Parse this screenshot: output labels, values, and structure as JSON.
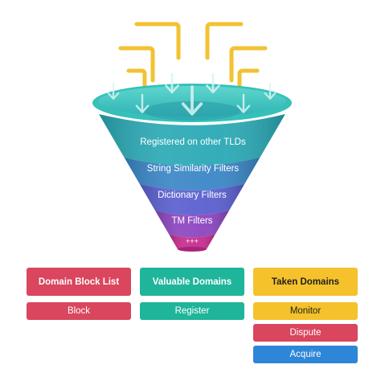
{
  "funnel": {
    "stages": [
      {
        "label": "Registered on other TLDs",
        "color": "#2aa9b5"
      },
      {
        "label": "String Similarity Filters",
        "color": "#3a86c7"
      },
      {
        "label": "Dictionary Filters",
        "color": "#5a5fcf"
      },
      {
        "label": "TM Filters",
        "color": "#8c45c0"
      },
      {
        "label": "+++",
        "color": "#c62c8e"
      }
    ],
    "top_color": "#36c0b9",
    "pipe_color": "#f2c230",
    "arrow_icon": "down-arrow-icon"
  },
  "actions": {
    "columns": [
      {
        "header": {
          "label": "Domain Block List",
          "color": "#d9465e"
        },
        "items": [
          {
            "label": "Block",
            "color": "#d9465e"
          }
        ]
      },
      {
        "header": {
          "label": "Valuable Domains",
          "color": "#1fb59a"
        },
        "items": [
          {
            "label": "Register",
            "color": "#1fb59a"
          }
        ]
      },
      {
        "header": {
          "label": "Taken Domains",
          "color": "#f5c22b"
        },
        "items": [
          {
            "label": "Monitor",
            "color": "#f5c22b"
          },
          {
            "label": "Dispute",
            "color": "#d9465e"
          },
          {
            "label": "Acquire",
            "color": "#2d86d7"
          }
        ]
      }
    ]
  }
}
